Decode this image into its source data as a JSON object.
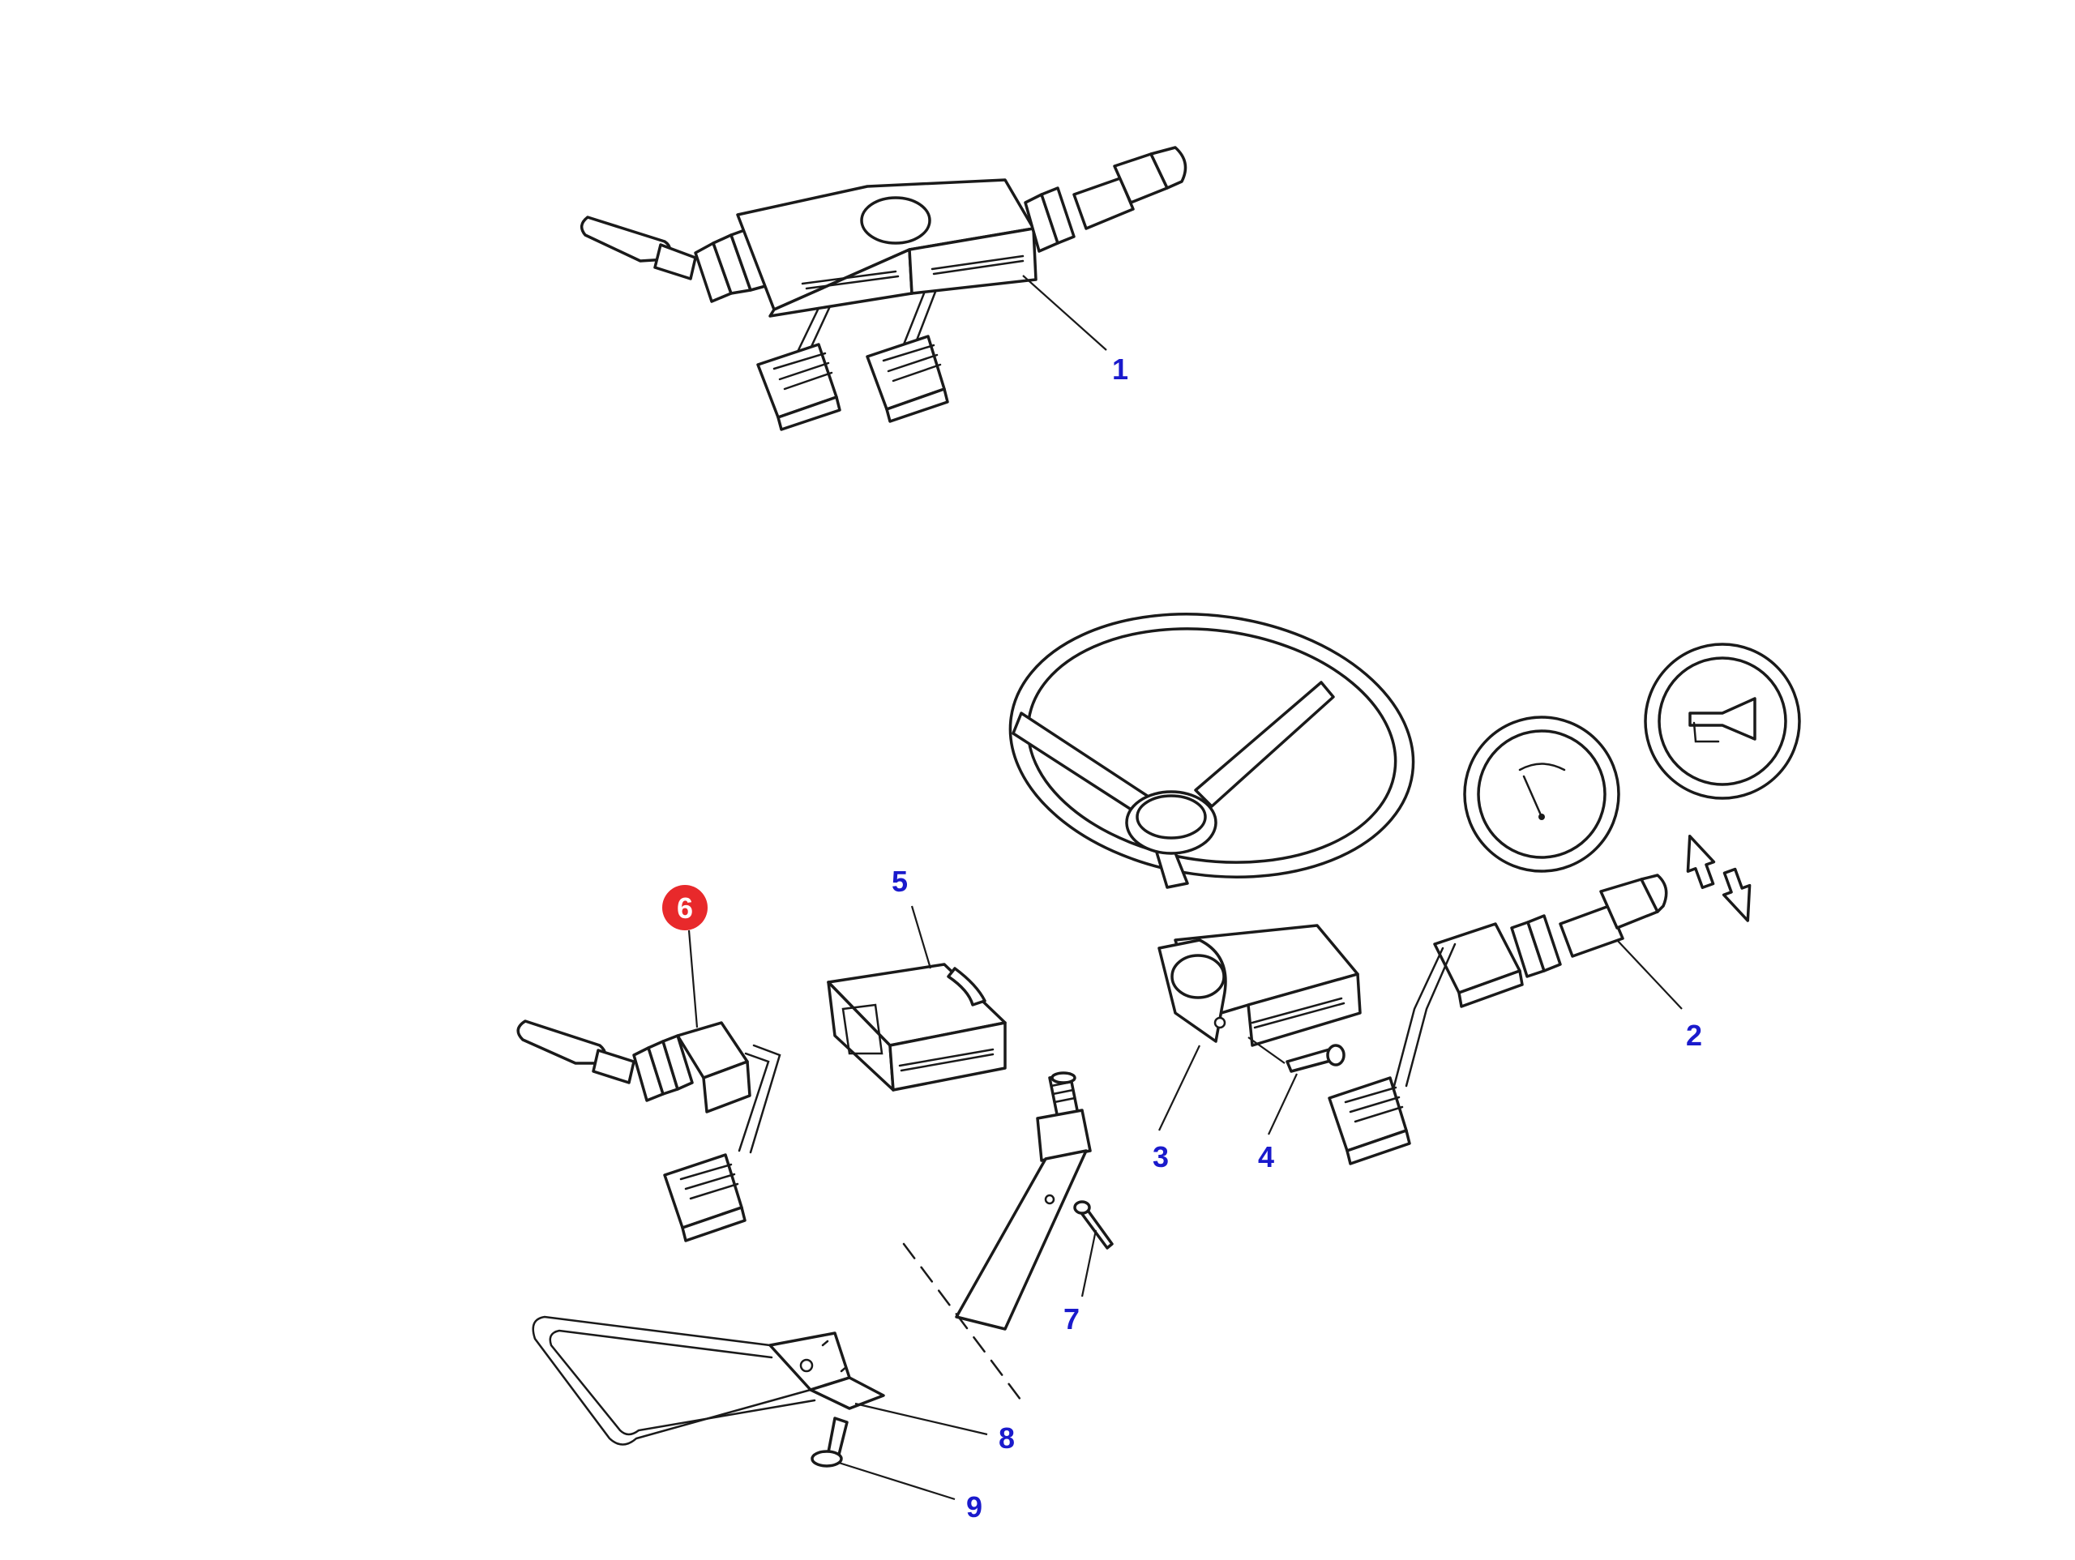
{
  "diagram": {
    "callouts": [
      {
        "id": "1",
        "label": "1",
        "highlighted": false
      },
      {
        "id": "2",
        "label": "2",
        "highlighted": false
      },
      {
        "id": "3",
        "label": "3",
        "highlighted": false
      },
      {
        "id": "4",
        "label": "4",
        "highlighted": false
      },
      {
        "id": "5",
        "label": "5",
        "highlighted": false
      },
      {
        "id": "6",
        "label": "6",
        "highlighted": true
      },
      {
        "id": "7",
        "label": "7",
        "highlighted": false
      },
      {
        "id": "8",
        "label": "8",
        "highlighted": false
      },
      {
        "id": "9",
        "label": "9",
        "highlighted": false
      }
    ],
    "colors": {
      "callout_text": "#1a1acc",
      "highlight_fill": "#e8292b",
      "highlight_text": "#ffffff",
      "line": "#1a1a1a"
    }
  }
}
